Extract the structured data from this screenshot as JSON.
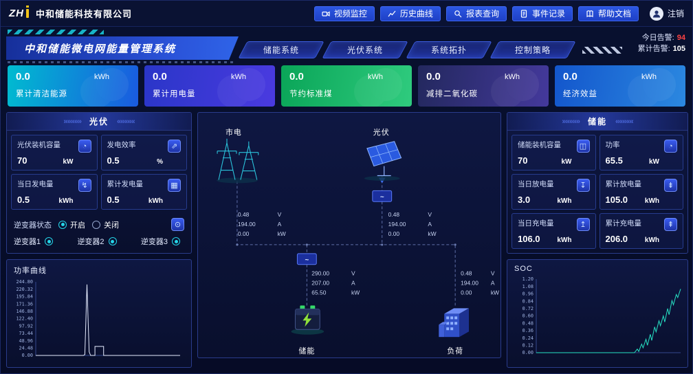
{
  "topbar": {
    "logo_text": "ZH",
    "company": "中和储能科技有限公司",
    "buttons": [
      {
        "label": "视频监控",
        "icon": "video-icon"
      },
      {
        "label": "历史曲线",
        "icon": "curve-icon"
      },
      {
        "label": "报表查询",
        "icon": "search-icon"
      },
      {
        "label": "事件记录",
        "icon": "event-log-icon"
      },
      {
        "label": "帮助文档",
        "icon": "help-doc-icon"
      }
    ],
    "logout_label": "注销"
  },
  "header": {
    "system_title": "中和储能微电网能量管理系统",
    "tabs": [
      {
        "label": "储能系统"
      },
      {
        "label": "光伏系统"
      },
      {
        "label": "系统拓扑"
      },
      {
        "label": "控制策略"
      }
    ],
    "alarm_today_label": "今日告警:",
    "alarm_today_value": "94",
    "alarm_total_label": "累计告警:",
    "alarm_total_value": "105",
    "alarm_today_color": "#ff4343",
    "alarm_total_color": "#ffffff"
  },
  "kpis": [
    {
      "value": "0.0",
      "unit": "kWh",
      "label": "累计清洁能源",
      "gradient": [
        "#00bcd0",
        "#1a5ae0"
      ]
    },
    {
      "value": "0.0",
      "unit": "kWh",
      "label": "累计用电量",
      "gradient": [
        "#2a36c8",
        "#4a3ae0"
      ]
    },
    {
      "value": "0.0",
      "unit": "kWh",
      "label": "节约标准煤",
      "gradient": [
        "#0aa558",
        "#2fcb7e"
      ]
    },
    {
      "value": "0.0",
      "unit": "kWh",
      "label": "减排二氧化碳",
      "gradient": [
        "#23285e",
        "#44399c"
      ]
    },
    {
      "value": "0.0",
      "unit": "kWh",
      "label": "经济效益",
      "gradient": [
        "#1356cc",
        "#2b88e0"
      ]
    }
  ],
  "pv": {
    "title": "光伏",
    "deco_left": "»»»»»",
    "deco_right": "«««««",
    "cells": [
      {
        "label": "光伏装机容量",
        "value": "70",
        "unit": "kW",
        "icon_name": "gauge-icon",
        "icon_glyph": "◔"
      },
      {
        "label": "发电效率",
        "value": "0.5",
        "unit": "%",
        "icon_name": "trend-chart-icon",
        "icon_glyph": "⇗"
      },
      {
        "label": "当日发电量",
        "value": "0.5",
        "unit": "kWh",
        "icon_name": "lightning-icon",
        "icon_glyph": "↯"
      },
      {
        "label": "累计发电量",
        "value": "0.5",
        "unit": "kWh",
        "icon_name": "calendar-icon",
        "icon_glyph": "▦"
      }
    ],
    "inverter_status_label": "逆变器状态",
    "on_label": "开启",
    "off_label": "关闭",
    "power_icon_glyph": "⊙",
    "inverters": [
      {
        "label": "逆变器1"
      },
      {
        "label": "逆变器2"
      },
      {
        "label": "逆变器3"
      }
    ]
  },
  "storage": {
    "title": "储能",
    "deco_left": "»»»»»",
    "deco_right": "«««««",
    "cells": [
      {
        "label": "储能装机容量",
        "value": "70",
        "unit": "kW",
        "icon_name": "battery-capacity-icon",
        "icon_glyph": "◫"
      },
      {
        "label": "功率",
        "value": "65.5",
        "unit": "kW",
        "icon_name": "power-gauge-icon",
        "icon_glyph": "◔"
      },
      {
        "label": "当日放电量",
        "value": "3.0",
        "unit": "kWh",
        "icon_name": "discharge-icon",
        "icon_glyph": "↧"
      },
      {
        "label": "累计放电量",
        "value": "105.0",
        "unit": "kWh",
        "icon_name": "discharge-total-icon",
        "icon_glyph": "⇟"
      },
      {
        "label": "当日充电量",
        "value": "106.0",
        "unit": "kWh",
        "icon_name": "charge-icon",
        "icon_glyph": "↥"
      },
      {
        "label": "累计充电量",
        "value": "206.0",
        "unit": "kWh",
        "icon_name": "charge-total-icon",
        "icon_glyph": "⇞"
      }
    ]
  },
  "topology": {
    "grid_label": "市电",
    "pv_label": "光伏",
    "storage_label": "储能",
    "load_label": "负荷",
    "inverter_symbol": "~",
    "grid": {
      "v": "0.48",
      "vu": "V",
      "a": "194.00",
      "au": "A",
      "p": "0.00",
      "pu": "kW"
    },
    "pv": {
      "v": "0.48",
      "vu": "V",
      "a": "194.00",
      "au": "A",
      "p": "0.00",
      "pu": "kW"
    },
    "storage": {
      "v": "290.00",
      "vu": "V",
      "a": "207.00",
      "au": "A",
      "p": "65.50",
      "pu": "kW"
    },
    "load": {
      "v": "0.48",
      "vu": "V",
      "a": "194.00",
      "au": "A",
      "p": "0.00",
      "pu": "kW"
    }
  },
  "chart_data": [
    {
      "id": "power-curve",
      "type": "line",
      "title": "功率曲线",
      "ylim": [
        0,
        244.8
      ],
      "yticks": [
        "244.80",
        "220.32",
        "195.84",
        "171.36",
        "146.88",
        "122.40",
        "97.92",
        "73.44",
        "48.96",
        "24.48",
        "0.00"
      ],
      "line_color": "#e6ecff",
      "legend": [],
      "grid": false,
      "points": [
        [
          0,
          0
        ],
        [
          33,
          0
        ],
        [
          34,
          3
        ],
        [
          35.5,
          236
        ],
        [
          37,
          12
        ],
        [
          38,
          0
        ],
        [
          41,
          0
        ],
        [
          41,
          30
        ],
        [
          47,
          30
        ],
        [
          47,
          0
        ],
        [
          100,
          0
        ]
      ]
    },
    {
      "id": "soc",
      "type": "line",
      "title": "SOC",
      "ylim": [
        0,
        1.2
      ],
      "yticks": [
        "1.20",
        "1.08",
        "0.96",
        "0.84",
        "0.72",
        "0.60",
        "0.48",
        "0.36",
        "0.24",
        "0.12",
        "0.00"
      ],
      "line_color": "#27e2c4",
      "legend": [],
      "grid": false,
      "points": [
        [
          0,
          0
        ],
        [
          68,
          0
        ],
        [
          70,
          0.06
        ],
        [
          71,
          0.02
        ],
        [
          73,
          0.14
        ],
        [
          74,
          0.08
        ],
        [
          76,
          0.22
        ],
        [
          77,
          0.12
        ],
        [
          79,
          0.3
        ],
        [
          80,
          0.2
        ],
        [
          82,
          0.42
        ],
        [
          83,
          0.34
        ],
        [
          85,
          0.52
        ],
        [
          86,
          0.44
        ],
        [
          88,
          0.6
        ],
        [
          89,
          0.5
        ],
        [
          91,
          0.72
        ],
        [
          92,
          0.62
        ],
        [
          94,
          0.85
        ],
        [
          95,
          0.78
        ],
        [
          97,
          0.95
        ],
        [
          98,
          0.9
        ],
        [
          100,
          1.04
        ]
      ]
    }
  ]
}
